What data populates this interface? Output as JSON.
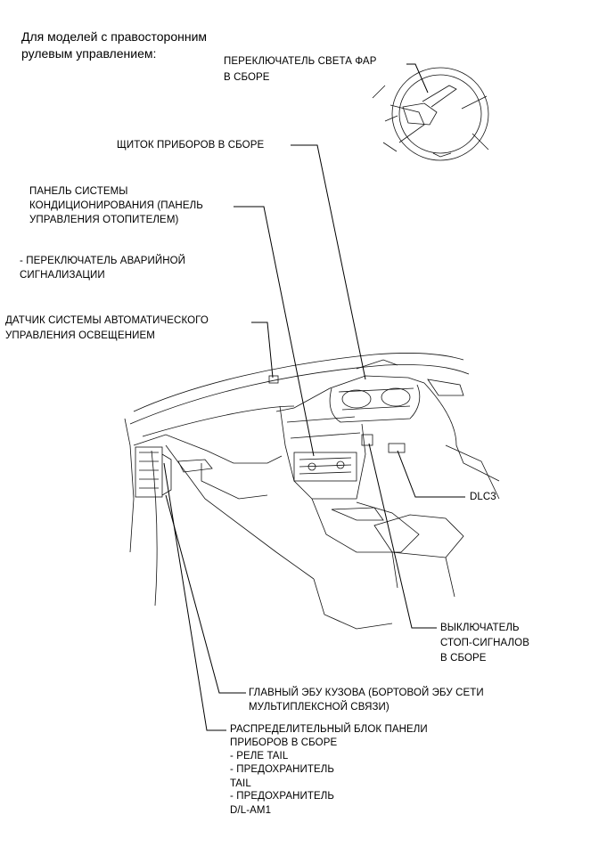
{
  "header": {
    "line1": "Для моделей с правосторонним",
    "line2": "рулевым управлением:"
  },
  "labels": {
    "headlight_switch": [
      "ПЕРЕКЛЮЧАТЕЛЬ СВЕТА ФАР",
      "В СБОРЕ"
    ],
    "instrument_cluster": [
      "ЩИТОК ПРИБОРОВ В СБОРЕ"
    ],
    "ac_panel": [
      "ПАНЕЛЬ СИСТЕМЫ",
      "КОНДИЦИОНИРОВАНИЯ (ПАНЕЛЬ",
      "УПРАВЛЕНИЯ ОТОПИТЕЛЕМ)"
    ],
    "hazard_switch": [
      "- ПЕРЕКЛЮЧАТЕЛЬ АВАРИЙНОЙ",
      "СИГНАЛИЗАЦИИ"
    ],
    "light_sensor": [
      "ДАТЧИК СИСТЕМЫ АВТОМАТИЧЕСКОГО",
      "УПРАВЛЕНИЯ ОСВЕЩЕНИЕМ"
    ],
    "dlc3": [
      "DLC3"
    ],
    "stop_lamp_switch": [
      "ВЫКЛЮЧАТЕЛЬ",
      "СТОП-СИГНАЛОВ",
      "В СБОРЕ"
    ],
    "main_body_ecu": [
      "ГЛАВНЫЙ ЭБУ КУЗОВА (БОРТОВОЙ ЭБУ СЕТИ",
      "МУЛЬТИПЛЕКСНОЙ СВЯЗИ)"
    ],
    "junction_block": [
      "РАСПРЕДЕЛИТЕЛЬНЫЙ БЛОК ПАНЕЛИ",
      "ПРИБОРОВ В СБОРЕ",
      "- РЕЛЕ TAIL",
      "- ПРЕДОХРАНИТЕЛЬ",
      "TAIL",
      "- ПРЕДОХРАНИТЕЛЬ",
      "D/L-AM1"
    ]
  },
  "colors": {
    "line": "#000000",
    "background": "#ffffff"
  }
}
